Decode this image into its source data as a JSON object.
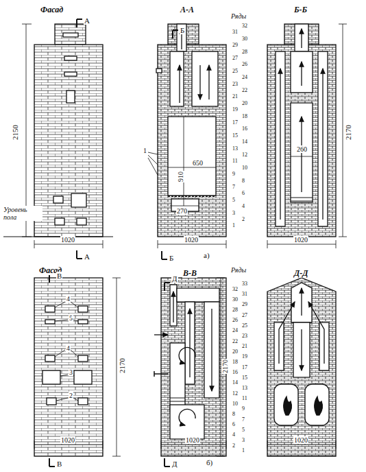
{
  "diagram": {
    "labels": [
      "Фасад",
      "А",
      "2150",
      "Уровень пола",
      "1020",
      "А",
      "А-А",
      "Б",
      "Ряды",
      "1",
      "650",
      "910",
      "270",
      "1020",
      "Б",
      "а)",
      "Б-Б",
      "260",
      "2170",
      "1020",
      "32",
      "31",
      "30",
      "29",
      "28",
      "27",
      "26",
      "25",
      "24",
      "23",
      "22",
      "21",
      "20",
      "19",
      "18",
      "17",
      "16",
      "15",
      "14",
      "13",
      "12",
      "11",
      "10",
      "9",
      "8",
      "7",
      "6",
      "5",
      "4",
      "3",
      "2",
      "1",
      "Фасад",
      "В",
      "4",
      "5",
      "4",
      "3",
      "2",
      "2170",
      "1020",
      "В",
      "В-В",
      "Д",
      "Ряды",
      "2170",
      "1020",
      "б)",
      "Д",
      "Д-Д",
      "1020",
      "33",
      "32",
      "31",
      "30",
      "29",
      "28",
      "27",
      "26",
      "25",
      "24",
      "23",
      "22",
      "21",
      "20",
      "19",
      "18",
      "17",
      "16",
      "15",
      "14",
      "13",
      "12",
      "11",
      "10",
      "9",
      "8",
      "7",
      "6",
      "5",
      "4",
      "3",
      "2",
      "1"
    ]
  }
}
